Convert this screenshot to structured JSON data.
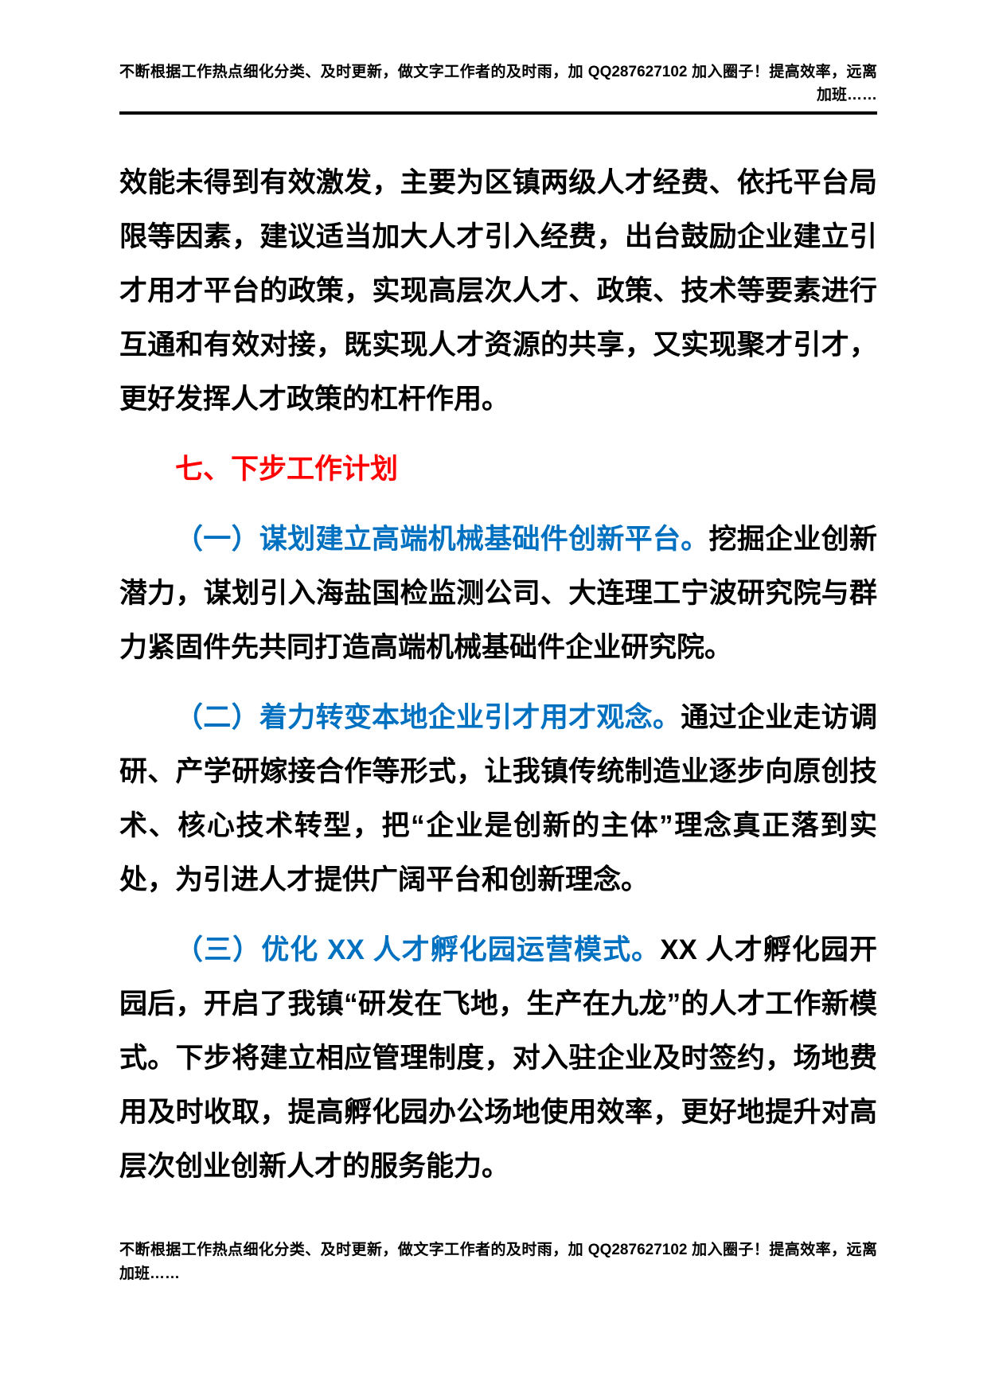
{
  "page": {
    "header": {
      "text": "不断根据工作热点细化分类、及时更新，做文字工作者的及时雨，加 QQ287627102 加入圈子！提高效率，远离加班……"
    },
    "footer": {
      "text": "不断根据工作热点细化分类、及时更新，做文字工作者的及时雨，加 QQ287627102 加入圈子！提高效率，远离加班……"
    },
    "colors": {
      "heading_red": "#FF0000",
      "lead_blue": "#0070C0",
      "body_black": "#000000"
    }
  },
  "document": {
    "paragraph_continuation": "效能未得到有效激发，主要为区镇两级人才经费、依托平台局限等因素，建议适当加大人才引入经费，出台鼓励企业建立引才用才平台的政策，实现高层次人才、政策、技术等要素进行互通和有效对接，既实现人才资源的共享，又实现聚才引才，更好发挥人才政策的杠杆作用。",
    "section_heading": "七、下步工作计划",
    "subsections": [
      {
        "lead": "（一）谋划建立高端机械基础件创新平台。",
        "body": "挖掘企业创新潜力，谋划引入海盐国检监测公司、大连理工宁波研究院与群力紧固件先共同打造高端机械基础件企业研究院。"
      },
      {
        "lead": "（二）着力转变本地企业引才用才观念。",
        "body": "通过企业走访调研、产学研嫁接合作等形式，让我镇传统制造业逐步向原创技术、核心技术转型，把“企业是创新的主体”理念真正落到实处，为引进人才提供广阔平台和创新理念。"
      },
      {
        "lead": "（三）优化 XX 人才孵化园运营模式。",
        "body": "XX 人才孵化园开园后，开启了我镇“研发在飞地，生产在九龙”的人才工作新模式。下步将建立相应管理制度，对入驻企业及时签约，场地费用及时收取，提高孵化园办公场地使用效率，更好地提升对高层次创业创新人才的服务能力。"
      }
    ]
  }
}
